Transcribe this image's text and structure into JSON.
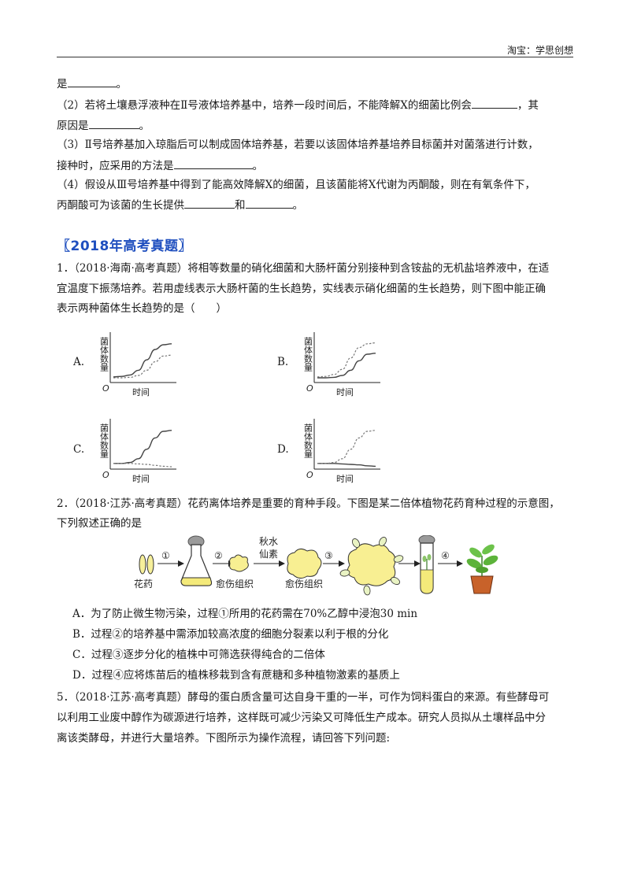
{
  "header": {
    "brand": "淘宝：学思创想"
  },
  "prev_question": {
    "line0": {
      "pre": "是",
      "post": "。"
    },
    "q2": {
      "l1_pre": "（2）若将土壤悬浮液种在Ⅱ号液体培养基中，培养一段时间后，不能降解X的细菌比例会",
      "l1_post": "，其",
      "l2_pre": "原因是",
      "l2_post": "。"
    },
    "q3": {
      "l1": "（3）Ⅱ号培养基加入琼脂后可以制成固体培养基，若要以该固体培养基培养目标菌并对菌落进行计数，",
      "l2_pre": "接种时，应采用的方法是",
      "l2_post": "。"
    },
    "q4": {
      "l1": "（4）假设从Ⅲ号培养基中得到了能高效降解X的细菌，且该菌能将X代谢为丙酮酸，则在有氧条件下，",
      "l2_pre": "丙酮酸可为该菌的生长提供",
      "l2_mid": "和",
      "l2_post": "。"
    }
  },
  "section": {
    "title": "〖2018年高考真题〗"
  },
  "q1": {
    "l1": "1．（2018·海南·高考真题）将相等数量的硝化细菌和大肠杆菌分别接种到含铵盐的无机盐培养液中，在适",
    "l2": "宜温度下振荡培养。若用虚线表示大肠杆菌的生长趋势，实线表示硝化细菌的生长趋势，则下图中能正确",
    "l3": "表示两种菌体生长趋势的是（　　）",
    "options": [
      {
        "label": "A.",
        "ylabel": "菌体数量",
        "xlabel": "时间",
        "origin": "O"
      },
      {
        "label": "B.",
        "ylabel": "菌体数量",
        "xlabel": "时间",
        "origin": "O"
      },
      {
        "label": "C.",
        "ylabel": "菌体数量",
        "xlabel": "时间",
        "origin": "O"
      },
      {
        "label": "D.",
        "ylabel": "菌体数量",
        "xlabel": "时间",
        "origin": "O"
      }
    ]
  },
  "chart_data": [
    {
      "type": "line",
      "ylabel": "菌体数量",
      "xlabel": "时间",
      "series": [
        {
          "style": "solid",
          "values": [
            0.12,
            0.13,
            0.16,
            0.26,
            0.48,
            0.7,
            0.8,
            0.82
          ]
        },
        {
          "style": "dashed",
          "values": [
            0.1,
            0.1,
            0.11,
            0.15,
            0.26,
            0.44,
            0.56,
            0.58
          ]
        }
      ]
    },
    {
      "type": "line",
      "ylabel": "菌体数量",
      "xlabel": "时间",
      "series": [
        {
          "style": "solid",
          "values": [
            0.1,
            0.1,
            0.11,
            0.15,
            0.26,
            0.46,
            0.6,
            0.62
          ]
        },
        {
          "style": "dashed",
          "values": [
            0.12,
            0.13,
            0.17,
            0.28,
            0.52,
            0.74,
            0.82,
            0.84
          ]
        }
      ]
    },
    {
      "type": "line",
      "ylabel": "菌体数量",
      "xlabel": "时间",
      "series": [
        {
          "style": "solid",
          "values": [
            0.12,
            0.12,
            0.14,
            0.22,
            0.42,
            0.66,
            0.8,
            0.82
          ]
        },
        {
          "style": "dashed",
          "values": [
            0.12,
            0.12,
            0.12,
            0.11,
            0.1,
            0.08,
            0.06,
            0.05
          ]
        }
      ]
    },
    {
      "type": "line",
      "ylabel": "菌体数量",
      "xlabel": "时间",
      "series": [
        {
          "style": "solid",
          "values": [
            0.12,
            0.12,
            0.12,
            0.11,
            0.1,
            0.09,
            0.07,
            0.06
          ]
        },
        {
          "style": "dashed",
          "values": [
            0.12,
            0.12,
            0.14,
            0.22,
            0.42,
            0.66,
            0.8,
            0.82
          ]
        }
      ]
    }
  ],
  "q2": {
    "l1": "2．（2018·江苏·高考真题）花药离体培养是重要的育种手段。下图是某二倍体植物花药育种过程的示意图，",
    "l2": "下列叙述正确的是",
    "diagram": {
      "label_anther": "花药",
      "label_callus1": "愈伤组织",
      "label_callus2": "愈伤组织",
      "colchicine_l1": "秋水",
      "colchicine_l2": "仙素",
      "step1": "①",
      "step2": "②",
      "step3": "③",
      "step4": "④"
    },
    "options": [
      "A．为了防止微生物污染，过程①所用的花药需在70%乙醇中浸泡30 min",
      "B．过程②的培养基中需添加较高浓度的细胞分裂素以利于根的分化",
      "C．过程③逐步分化的植株中可筛选获得纯合的二倍体",
      "D．过程④应将炼苗后的植株移栽到含有蔗糖和多种植物激素的基质上"
    ]
  },
  "q5": {
    "l1": "5．（2018·江苏·高考真题）酵母的蛋白质含量可达自身干重的一半，可作为饲料蛋白的来源。有些酵母可",
    "l2": "以利用工业废中醇作为碳源进行培养，这样既可减少污染又可降低生产成本。研究人员拟从土壤样品中分",
    "l3": "离该类酵母，并进行大量培养。下图所示为操作流程，请回答下列问题:"
  }
}
